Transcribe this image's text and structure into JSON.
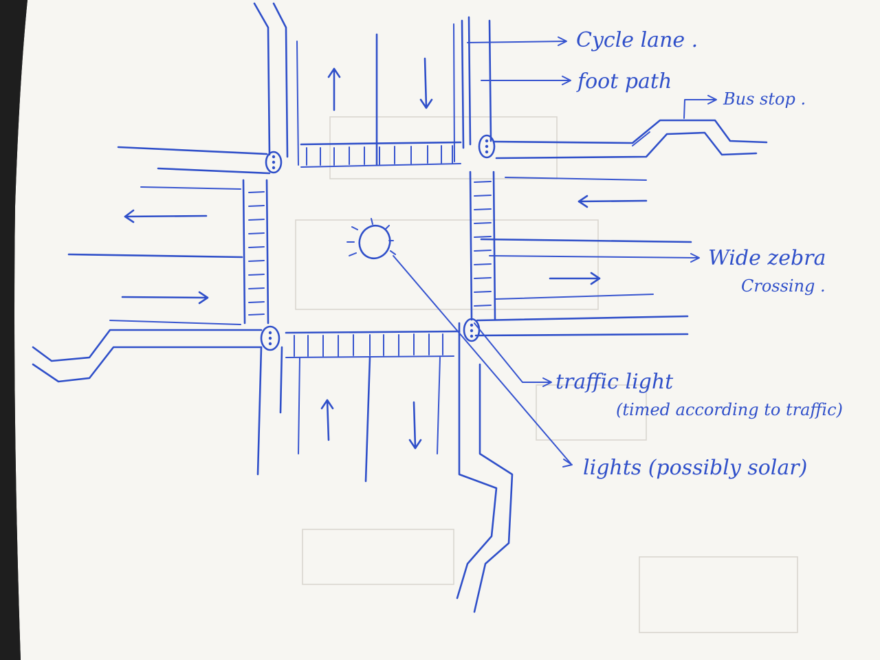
{
  "annotations": {
    "cycle_lane": "Cycle lane .",
    "foot_path": "foot path",
    "bus_stop": "Bus stop .",
    "wide_zebra_line1": "Wide zebra",
    "wide_zebra_line2": "Crossing .",
    "traffic_light": "traffic light",
    "traffic_light_note": "(timed according to traffic)",
    "lights": "lights (possibly solar)"
  },
  "colors": {
    "ink": "#2f4fc9",
    "paper": "#f7f6f2",
    "background": "#2b2b2b"
  }
}
